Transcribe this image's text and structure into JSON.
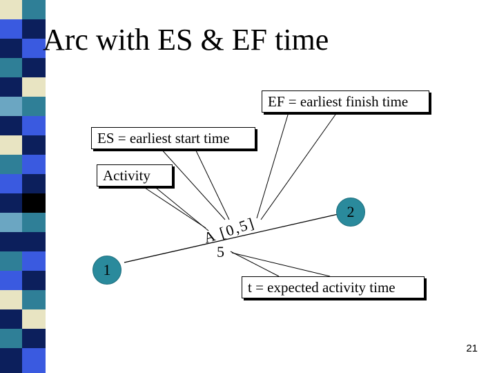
{
  "title": "Arc with ES & EF time",
  "callouts": {
    "ef": "EF = earliest finish time",
    "es": "ES = earliest start time",
    "activity": "Activity",
    "t": "t = expected activity time"
  },
  "nodes": {
    "start": "1",
    "end": "2"
  },
  "arc": {
    "label": "A [0,5]",
    "duration": "5"
  },
  "page_number": "21",
  "colors": {
    "node_fill": "#2a8a9c",
    "strip": [
      "#2f7f97",
      "#0c1f5c",
      "#3a5ae0",
      "#e8e4c2",
      "#6ba6c2",
      "#ffffff"
    ]
  }
}
